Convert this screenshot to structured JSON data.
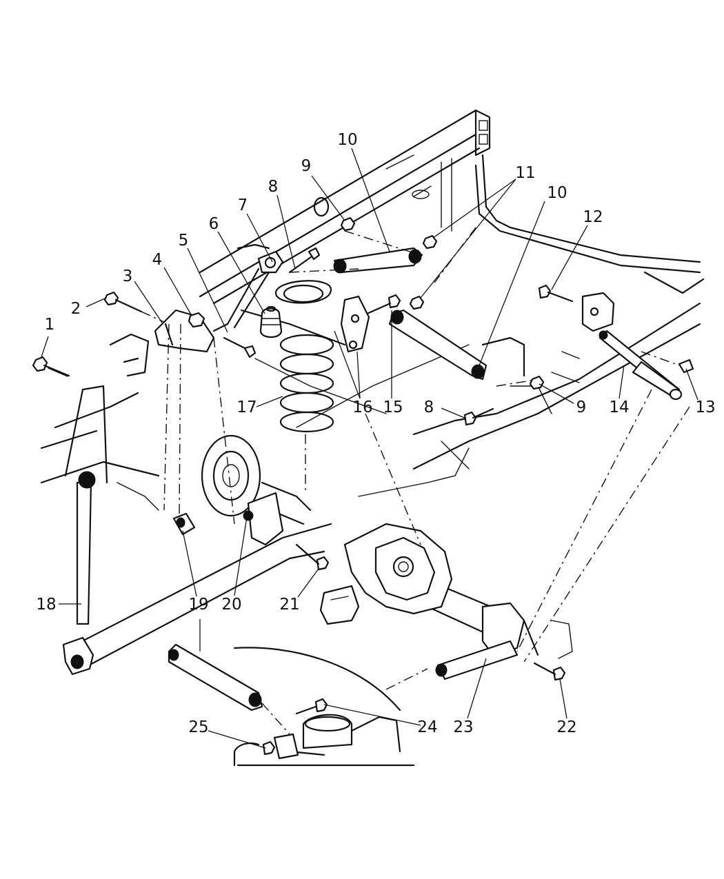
{
  "diagram": {
    "callouts": [
      {
        "id": "c1",
        "text": "1"
      },
      {
        "id": "c2",
        "text": "2"
      },
      {
        "id": "c3",
        "text": "3"
      },
      {
        "id": "c4",
        "text": "4"
      },
      {
        "id": "c5",
        "text": "5"
      },
      {
        "id": "c6",
        "text": "6"
      },
      {
        "id": "c7",
        "text": "7"
      },
      {
        "id": "c8a",
        "text": "8"
      },
      {
        "id": "c8b",
        "text": "8"
      },
      {
        "id": "c9a",
        "text": "9"
      },
      {
        "id": "c9b",
        "text": "9"
      },
      {
        "id": "c10a",
        "text": "10"
      },
      {
        "id": "c10b",
        "text": "10"
      },
      {
        "id": "c11",
        "text": "11"
      },
      {
        "id": "c12",
        "text": "12"
      },
      {
        "id": "c13",
        "text": "13"
      },
      {
        "id": "c14",
        "text": "14"
      },
      {
        "id": "c15",
        "text": "15"
      },
      {
        "id": "c16",
        "text": "16"
      },
      {
        "id": "c17",
        "text": "17"
      },
      {
        "id": "c18",
        "text": "18"
      },
      {
        "id": "c19",
        "text": "19"
      },
      {
        "id": "c20",
        "text": "20"
      },
      {
        "id": "c21",
        "text": "21"
      },
      {
        "id": "c22",
        "text": "22"
      },
      {
        "id": "c23",
        "text": "23"
      },
      {
        "id": "c24",
        "text": "24"
      },
      {
        "id": "c25",
        "text": "25"
      }
    ]
  }
}
